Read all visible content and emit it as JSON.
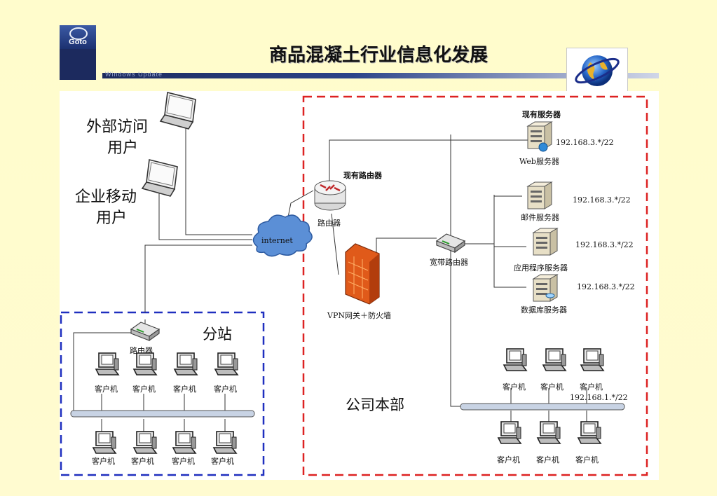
{
  "header": {
    "title": "商品混凝土行业信息化发展",
    "logo_text": "Goto",
    "bar_ghost_text": "Windows Update"
  },
  "diagram": {
    "external_user": "外部访问",
    "external_user_2": "用户",
    "mobile_user": "企业移动",
    "mobile_user_2": "用户",
    "internet": "internet",
    "router_main_title": "现有路由器",
    "router_main": "路由器",
    "vpn": "VPN网关＋防火墙",
    "broadband_router": "宽带路由器",
    "servers_title": "现有服务器",
    "web_server": "Web服务器",
    "mail_server": "邮件服务器",
    "app_server": "应用程序服务器",
    "db_server": "数据库服务器",
    "ip_web": "192.168.3.*/22",
    "ip_mail": "192.168.3.*/22",
    "ip_app": "192.168.3.*/22",
    "ip_db": "192.168.3.*/22",
    "ip_clients_hq": "192.168.1.*/22",
    "branch_label": "分站",
    "branch_router": "路由器",
    "hq_label": "公司本部",
    "client": "客户机"
  },
  "colors": {
    "branch_border": "#1f2fbf",
    "hq_border": "#dd2222",
    "title_bar": "#2c4489"
  }
}
